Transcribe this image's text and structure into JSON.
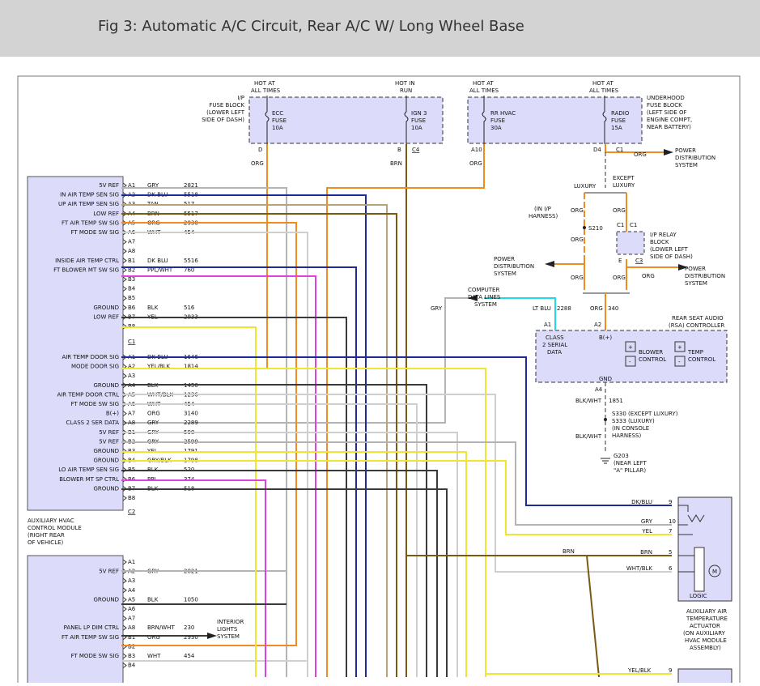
{
  "page": {
    "title": "Fig 3: Automatic A/C Circuit, Rear A/C W/ Long Wheel Base"
  },
  "fuse_blocks": {
    "ip": {
      "label": [
        "I/P",
        "FUSE BLOCK",
        "(LOWER LEFT",
        "SIDE OF DASH)"
      ],
      "fuses": [
        {
          "hot": [
            "HOT AT",
            "ALL TIMES"
          ],
          "name": [
            "ECC",
            "FUSE",
            "10A"
          ],
          "terminal": "D"
        },
        {
          "hot": [
            "HOT IN",
            "RUN"
          ],
          "name": [
            "IGN 3",
            "FUSE",
            "10A"
          ],
          "terminal": "B",
          "connector": "C4"
        }
      ]
    },
    "underhood": {
      "label": [
        "UNDERHOOD",
        "FUSE BLOCK",
        "(LEFT SIDE OF",
        "ENGINE COMPT,",
        "NEAR BATTERY)"
      ],
      "fuses": [
        {
          "hot": [
            "HOT AT",
            "ALL TIMES"
          ],
          "name": [
            "RR HVAC",
            "FUSE",
            "30A"
          ],
          "terminal": "A10"
        },
        {
          "hot": [
            "HOT AT",
            "ALL TIMES"
          ],
          "name": [
            "RADIO",
            "FUSE",
            "15A"
          ],
          "terminal": "D4",
          "connector": "C1"
        }
      ]
    }
  },
  "module": {
    "label": [
      "AUXILIARY HVAC",
      "CONTROL MODULE",
      "(RIGHT REAR",
      "OF VEHICLE)"
    ],
    "connector_labels": [
      "C1",
      "C2"
    ],
    "pins": [
      {
        "id": "A1",
        "name": "5V REF",
        "color": "GRY",
        "circuit": "2821"
      },
      {
        "id": "A2",
        "name": "IN AIR TEMP SEN SIG",
        "color": "DK BLU",
        "circuit": "5518"
      },
      {
        "id": "A3",
        "name": "UP AIR TEMP SEN SIG",
        "color": "TAN",
        "circuit": "517"
      },
      {
        "id": "A4",
        "name": "LOW REF",
        "color": "BRN",
        "circuit": "5517"
      },
      {
        "id": "A5",
        "name": "FT AIR TEMP SW SIG",
        "color": "ORG",
        "circuit": "2930"
      },
      {
        "id": "A6",
        "name": "FT MODE SW SIG",
        "color": "WHT",
        "circuit": "454"
      },
      {
        "id": "A7",
        "name": "",
        "color": "",
        "circuit": ""
      },
      {
        "id": "A8",
        "name": "",
        "color": "",
        "circuit": ""
      },
      {
        "id": "B1",
        "name": "INSIDE AIR TEMP CTRL",
        "color": "DK BLU",
        "circuit": "5516"
      },
      {
        "id": "B2",
        "name": "FT BLOWER MT SW SIG",
        "color": "PPL/WHT",
        "circuit": "760"
      },
      {
        "id": "B3",
        "name": "",
        "color": "",
        "circuit": ""
      },
      {
        "id": "B4",
        "name": "",
        "color": "",
        "circuit": ""
      },
      {
        "id": "B5",
        "name": "",
        "color": "",
        "circuit": ""
      },
      {
        "id": "B6",
        "name": "GROUND",
        "color": "BLK",
        "circuit": "516"
      },
      {
        "id": "B7",
        "name": "LOW REF",
        "color": "YEL",
        "circuit": "2933"
      },
      {
        "id": "B8",
        "name": "",
        "color": "",
        "circuit": ""
      },
      {
        "id": "A1",
        "name": "AIR TEMP DOOR SIG",
        "color": "DK BLU",
        "circuit": "1646"
      },
      {
        "id": "A2",
        "name": "MODE DOOR SIG",
        "color": "YEL/BLK",
        "circuit": "1814"
      },
      {
        "id": "A3",
        "name": "",
        "color": "",
        "circuit": ""
      },
      {
        "id": "A4",
        "name": "GROUND",
        "color": "BLK",
        "circuit": "1450"
      },
      {
        "id": "A5",
        "name": "AIR TEMP DOOR CTRL",
        "color": "WHT/BLK",
        "circuit": "1236"
      },
      {
        "id": "A6",
        "name": "FT MODE SW SIG",
        "color": "WHT",
        "circuit": "454"
      },
      {
        "id": "A7",
        "name": "B(+)",
        "color": "ORG",
        "circuit": "3140"
      },
      {
        "id": "A8",
        "name": "CLASS 2 SER DATA",
        "color": "GRY",
        "circuit": "2289"
      },
      {
        "id": "B1",
        "name": "5V REF",
        "color": "GRY",
        "circuit": "598"
      },
      {
        "id": "B2",
        "name": "5V REF",
        "color": "GRY",
        "circuit": "2599"
      },
      {
        "id": "B3",
        "name": "GROUND",
        "color": "YEL",
        "circuit": "1791"
      },
      {
        "id": "B4",
        "name": "GROUND",
        "color": "GRY/BLK",
        "circuit": "1798"
      },
      {
        "id": "B5",
        "name": "LO AIR TEMP SEN SIG",
        "color": "BLK",
        "circuit": "520"
      },
      {
        "id": "B6",
        "name": "BLOWER MT SP CTRL",
        "color": "PPL",
        "circuit": "374"
      },
      {
        "id": "B7",
        "name": "GROUND",
        "color": "BLK",
        "circuit": "518"
      },
      {
        "id": "B8",
        "name": "",
        "color": "",
        "circuit": ""
      }
    ]
  },
  "lower_module": {
    "pins": [
      {
        "id": "A1",
        "name": "",
        "color": "",
        "circuit": ""
      },
      {
        "id": "A2",
        "name": "5V REF",
        "color": "GRY",
        "circuit": "2821"
      },
      {
        "id": "A3",
        "name": "",
        "color": "",
        "circuit": ""
      },
      {
        "id": "A4",
        "name": "",
        "color": "",
        "circuit": ""
      },
      {
        "id": "A5",
        "name": "GROUND",
        "color": "BLK",
        "circuit": "1050"
      },
      {
        "id": "A6",
        "name": "",
        "color": "",
        "circuit": ""
      },
      {
        "id": "A7",
        "name": "",
        "color": "",
        "circuit": ""
      },
      {
        "id": "A8",
        "name": "PANEL LP DIM CTRL",
        "color": "BRN/WHT",
        "circuit": "230"
      },
      {
        "id": "B1",
        "name": "FT AIR TEMP SW SIG",
        "color": "ORG",
        "circuit": "2930"
      },
      {
        "id": "B2",
        "name": "",
        "color": "",
        "circuit": ""
      },
      {
        "id": "B3",
        "name": "FT MODE SW SIG",
        "color": "WHT",
        "circuit": "454"
      },
      {
        "id": "B4",
        "name": "",
        "color": "",
        "circuit": ""
      }
    ],
    "interior_lights": [
      "INTERIOR",
      "LIGHTS",
      "SYSTEM"
    ]
  },
  "power_branch": {
    "luxury": "LUXURY",
    "except_luxury": [
      "EXCEPT",
      "LUXURY"
    ],
    "wire_color": "ORG",
    "wire_brn": "BRN",
    "splice_s210": "S210",
    "in_ip_harness": [
      "(IN I/P",
      "HARNESS)"
    ],
    "relay": {
      "connectors": [
        "C1",
        "C1"
      ],
      "label": [
        "I/P RELAY",
        "BLOCK",
        "(LOWER LEFT",
        "SIDE OF DASH)"
      ],
      "terminals": [
        "E",
        "C3"
      ]
    },
    "power_distribution": [
      "POWER",
      "DISTRIBUTION",
      "SYSTEM"
    ]
  },
  "rsa": {
    "label": [
      "REAR SEAT AUDIO",
      "(RSA) CONTROLLER"
    ],
    "class2": [
      "CLASS",
      "2 SERIAL",
      "DATA"
    ],
    "bplus": "B(+)",
    "gnd": "GND",
    "blower": [
      "BLOWER",
      "CONTROL"
    ],
    "temp": [
      "TEMP",
      "CONTROL"
    ],
    "plus": "+",
    "minus": "-",
    "pin_a1": "A1",
    "pin_a2": "A2",
    "pin_a4": "A4",
    "lt_blu": "LT BLU",
    "lt_blu_circuit": "2288",
    "org": "ORG",
    "org_circuit": "340",
    "gry": "GRY",
    "computer_data": [
      "COMPUTER",
      "DATA LINES",
      "SYSTEM"
    ],
    "gnd_wire": "BLK/WHT",
    "gnd_circuit": "1851",
    "splice": [
      "S330  (EXCEPT LUXURY)",
      "S333  (LUXURY)",
      "(IN CONSOLE",
      "HARNESS)"
    ],
    "ground": [
      "G203",
      "(NEAR LEFT",
      "\"A\" PILLAR)"
    ]
  },
  "actuator": {
    "label": [
      "AUXILIARY AIR",
      "TEMPERATURE",
      "ACTUATOR",
      "(ON AUXILIARY",
      "HVAC MODULE",
      "ASSEMBLY)"
    ],
    "logic": "LOGIC",
    "motor": "M",
    "pins": [
      {
        "color": "DK/BLU",
        "pin": "9"
      },
      {
        "color": "GRY",
        "pin": "10"
      },
      {
        "color": "YEL",
        "pin": "7"
      },
      {
        "color": "BRN",
        "pin": "5"
      },
      {
        "color": "WHT/BLK",
        "pin": "6"
      }
    ],
    "bottom_wire": {
      "color": "YEL/BLK",
      "pin": "9"
    }
  },
  "colors": {
    "block_fill": "#dcdcfa",
    "org": "#f08c1e",
    "dkblu": "#1e2a96",
    "yel": "#f0e632",
    "brn": "#7a5a10",
    "gry": "#b4b4b4",
    "blk": "#3a3a3a",
    "ppl": "#e040e0",
    "ltblu": "#20d8e8"
  }
}
